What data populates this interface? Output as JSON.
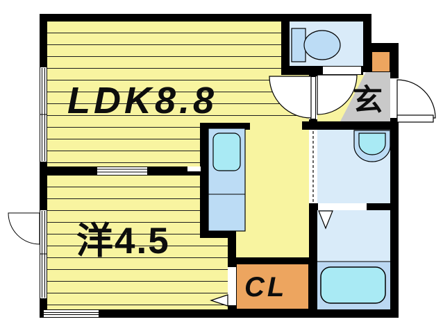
{
  "title": "apartment-floorplan",
  "rooms": {
    "ldk": {
      "label": "LDK8.8",
      "type": "living-dining-kitchen",
      "floor": "wood-striped"
    },
    "western": {
      "label": "洋4.5",
      "type": "western-room",
      "floor": "wood-striped"
    },
    "closet": {
      "label": "CL",
      "type": "closet"
    },
    "genkan": {
      "label": "玄",
      "type": "entrance-hall"
    }
  },
  "fixtures": [
    "toilet",
    "kitchen-counter-with-sink",
    "washbasin",
    "bathtub",
    "shoe-cabinet"
  ],
  "doors": [
    "front-door-swing",
    "ldk-door-swing",
    "toilet-door-swing",
    "accordion-door-washroom",
    "folding-door-bath",
    "folding-door-closet",
    "sliding-door-between-rooms",
    "window-swing-left"
  ],
  "colors": {
    "room_yellow": "#F8F4A0",
    "stripe_line": "#1c1c1c",
    "wet_area_floor": "#D9EBF9",
    "bath_platform": "#BBD8F2",
    "fixture_blue": "#BCDCF5",
    "basin_cyan": "#A9EAF4",
    "closet_orange": "#EDA55F",
    "genkan_gray": "#C9C9C9",
    "wall": "#000000",
    "background": "#ffffff"
  }
}
